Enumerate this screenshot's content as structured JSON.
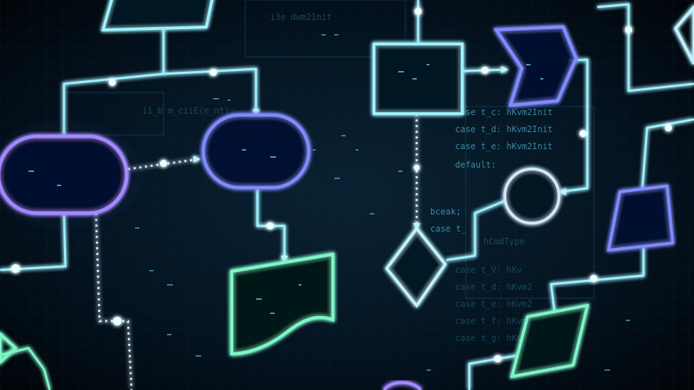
{
  "colors": {
    "background": "#02070d",
    "cyan": "#9ff0ff",
    "blue": "#7f8cff",
    "violet": "#a48bff",
    "green": "#7ff5c8",
    "code": "#2a6f86"
  },
  "code_fragments": {
    "line_1": "case t_c: hKvm2Init",
    "line_2": "case t_d: hKvm2Init",
    "line_3": "case t_e: hKvm2Init",
    "line_4": "default:",
    "line_5": "bceak;",
    "line_6": "case t_",
    "line_7": "hCmdType",
    "line_8": "case t_V: hKv",
    "line_9": "case t_d: hKvm2",
    "line_10": "case t_e: hKvm2",
    "line_11": "case t_f: hKvm2",
    "line_12": "case t_g: hKvm2",
    "line_13": "i1_b m_ciiE(e_nt);",
    "line_14": "i3e dwm2Init"
  }
}
